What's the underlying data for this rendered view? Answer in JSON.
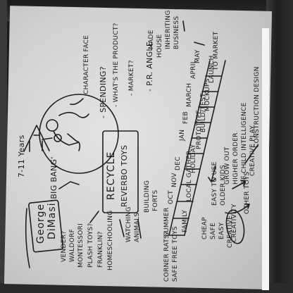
{
  "whiteboard": {
    "age_range": "7-11 Years",
    "persona_name_line1": "George",
    "persona_name_line2": "DiMasi",
    "character_face": "CHARACTER FACE",
    "big_bang_date": "'BIG BANG'",
    "persona_notes": [
      "VENDER?",
      "WALDORF",
      "MONTESSORI",
      "PLASH TOYS?",
      "FRANKLIN?",
      "HOMESCHOOLING"
    ],
    "activity_notes": [
      "WATCHING",
      "ANIMALS",
      "BUILDING",
      "FORTS"
    ],
    "product_title_line1": "RECYCLE",
    "product_title_line2": "REVERBO TOYS",
    "questions": [
      "- SPENDING?",
      "- WHAT'S THE PRODUCT?",
      "- MARKET?",
      "- P.R. ANGLE"
    ],
    "angle_notes": [
      "MADE",
      "HOUSE",
      "INHERITING",
      "BUSINESS"
    ],
    "months": [
      "SUMMER",
      "OCT",
      "NOV",
      "DEC",
      "JAN",
      "FEB",
      "MARCH",
      "APRIL",
      "MAY"
    ],
    "timeline_cells": [
      "FAMILY",
      "LOCAL GATHER",
      "HOLIDAY",
      "PROTOTYPE",
      "BUILD/TEST",
      "MOCKUPS",
      "LAUNCH",
      "TO MARKET"
    ],
    "goals": [
      "CHEAP",
      "SAFE",
      "EASY",
      "CREATIVE"
    ],
    "bottom_notes": [
      "CORNER RATS?",
      "SAFE FREE TOYS",
      "EASY TO USE",
      "OLDER KIDS"
    ],
    "outcome_notes": [
      "GROW OUT",
      "HIGHER ORDER",
      "OF CHILD INTELLIGENCE",
      "CREATIVE PLAY",
      "CONSTRUCTION DESIGN"
    ],
    "creativity": "CREATIVITY",
    "other_toys": "OTHER TOYS"
  }
}
